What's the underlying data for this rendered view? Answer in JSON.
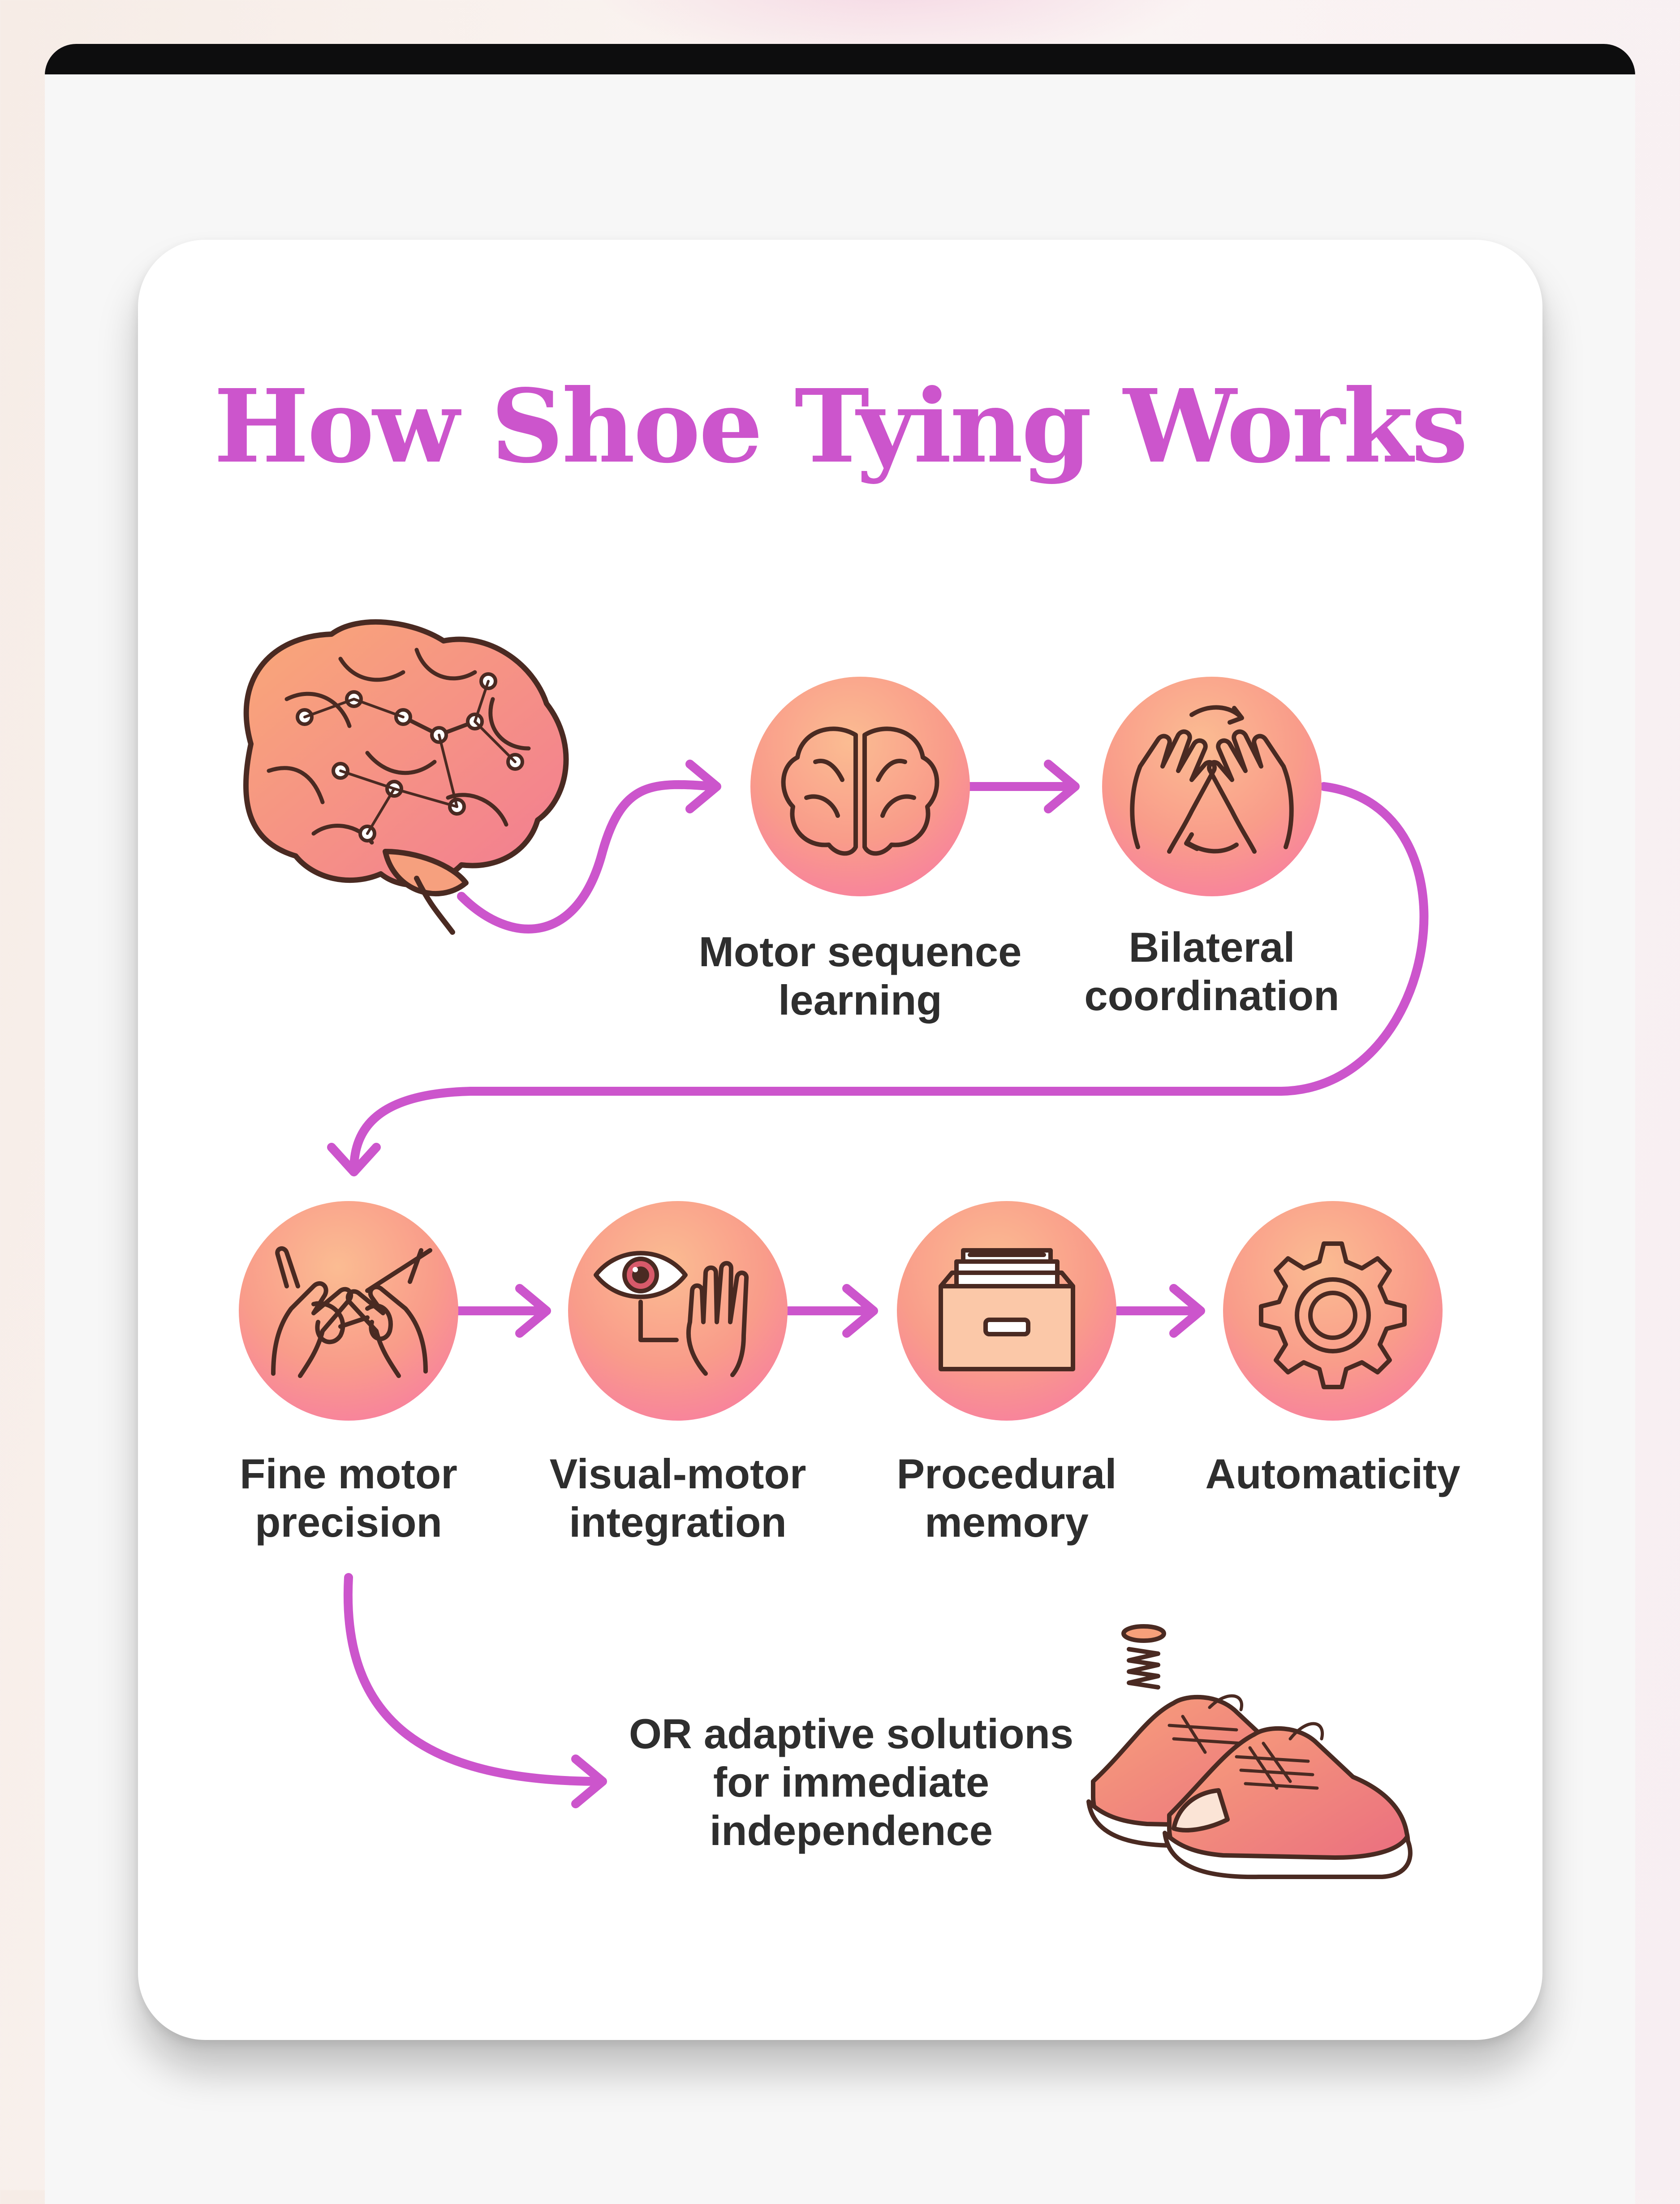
{
  "title": "How Shoe Tying Works",
  "steps": [
    {
      "label": "Motor sequence learning",
      "icon": "brain-icon"
    },
    {
      "label": "Bilateral coordination",
      "icon": "hands-icon"
    },
    {
      "label": "Fine motor precision",
      "icon": "fingers-lacing-icon"
    },
    {
      "label": "Visual-motor integration",
      "icon": "eye-hand-icon"
    },
    {
      "label": "Procedural memory",
      "icon": "file-drawer-icon"
    },
    {
      "label": "Automaticity",
      "icon": "gear-icon"
    }
  ],
  "alternative": {
    "label": "OR adaptive solutions for immediate independence",
    "icon": "sneakers-icon"
  },
  "start_icon": "brain-network-icon",
  "colors": {
    "title": "#cc55cc",
    "arrow": "#cc55cc",
    "circle_top": "#f9a88a",
    "circle_bottom": "#fb7fa0",
    "line": "#4a2a22"
  }
}
